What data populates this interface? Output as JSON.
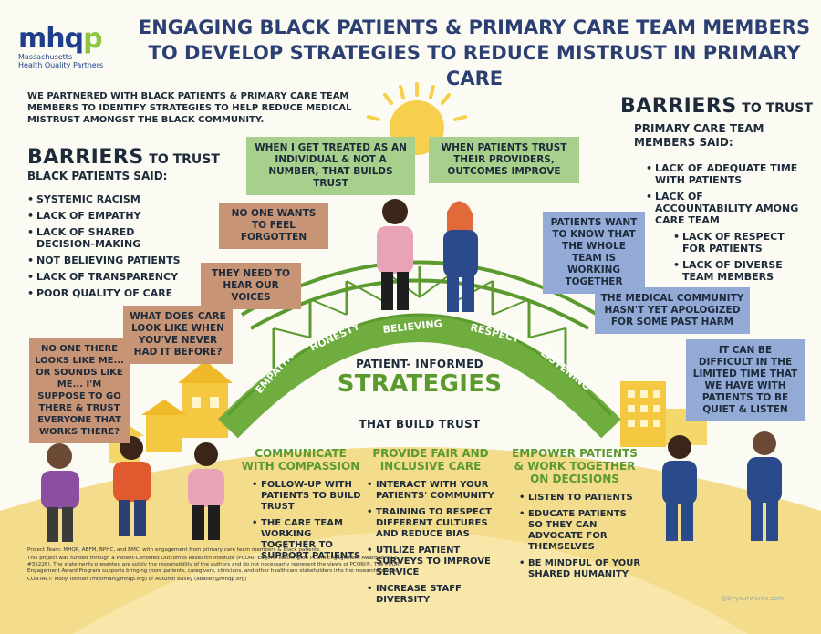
{
  "title_line1": "ENGAGING BLACK PATIENTS & PRIMARY CARE TEAM MEMBERS",
  "title_line2": "TO DEVELOP STRATEGIES TO REDUCE MISTRUST IN PRIMARY CARE",
  "logo": {
    "mark": "mhqp",
    "line1": "Massachusetts",
    "line2": "Health Quality Partners"
  },
  "intro": "WE PARTNERED WITH BLACK PATIENTS & PRIMARY CARE TEAM MEMBERS TO IDENTIFY STRATEGIES TO HELP REDUCE MEDICAL MISTRUST AMONGST THE BLACK COMMUNITY.",
  "patients": {
    "heading_big": "BARRIERS",
    "heading_small": "TO TRUST",
    "subheading": "BLACK PATIENTS SAID:",
    "items": [
      "SYSTEMIC RACISM",
      "LACK OF EMPATHY",
      "LACK OF SHARED DECISION-MAKING",
      "NOT BELIEVING PATIENTS",
      "LACK OF TRANSPARENCY",
      "POOR QUALITY OF CARE"
    ]
  },
  "team": {
    "heading_big": "BARRIERS",
    "heading_small": "TO TRUST",
    "subheading": "PRIMARY CARE TEAM MEMBERS SAID:",
    "items": [
      "LACK OF ADEQUATE TIME WITH PATIENTS",
      "LACK OF ACCOUNTABILITY AMONG CARE TEAM",
      "LACK OF RESPECT FOR PATIENTS",
      "LACK OF DIVERSE TEAM MEMBERS"
    ]
  },
  "quotes": {
    "green1": "WHEN I GET TREATED AS AN INDIVIDUAL & NOT A NUMBER, THAT BUILDS TRUST",
    "green2": "WHEN PATIENTS TRUST THEIR PROVIDERS, OUTCOMES IMPROVE",
    "brown1": "NO ONE WANTS TO FEEL FORGOTTEN",
    "brown2": "THEY NEED TO HEAR OUR VOICES",
    "brown3": "WHAT DOES CARE LOOK LIKE WHEN YOU'VE NEVER HAD IT BEFORE?",
    "brown4": "NO ONE THERE LOOKS LIKE ME... OR SOUNDS LIKE ME... I'M SUPPOSE TO GO THERE & TRUST EVERYONE THAT WORKS THERE?",
    "blue1": "PATIENTS WANT TO KNOW THAT THE WHOLE TEAM IS WORKING TOGETHER",
    "blue2": "THE MEDICAL COMMUNITY HASN'T YET APOLOGIZED FOR SOME PAST HARM",
    "blue3": "IT CAN BE DIFFICULT IN THE LIMITED TIME THAT WE HAVE WITH PATIENTS TO BE QUIET & LISTEN"
  },
  "bridge_words": [
    "EMPATHY",
    "HONESTY",
    "BELIEVING",
    "RESPECT",
    "LISTENING"
  ],
  "strategies": {
    "top": "PATIENT- INFORMED",
    "main": "STRATEGIES",
    "bottom": "THAT BUILD TRUST"
  },
  "columns": [
    {
      "heading": "COMMUNICATE WITH COMPASSION",
      "items": [
        "FOLLOW-UP WITH PATIENTS TO BUILD TRUST",
        "THE CARE TEAM WORKING TOGETHER TO SUPPORT PATIENTS"
      ]
    },
    {
      "heading": "PROVIDE FAIR AND INCLUSIVE CARE",
      "items": [
        "INTERACT WITH YOUR PATIENTS' COMMUNITY",
        "TRAINING TO RESPECT DIFFERENT CULTURES AND REDUCE BIAS",
        "UTILIZE PATIENT SURVEYS TO IMPROVE SERVICE",
        "INCREASE STAFF DIVERSITY"
      ]
    },
    {
      "heading": "EMPOWER PATIENTS & WORK TOGETHER ON DECISIONS",
      "items": [
        "LISTEN TO PATIENTS",
        "EDUCATE PATIENTS SO THEY CAN ADVOCATE FOR THEMSELVES",
        "BE MINDFUL OF YOUR SHARED HUMANITY"
      ]
    }
  ],
  "footer": {
    "team": "Project Team: MHQP, ABFM, BPHC, and BMC, with engagement from primary care team members & Black patients.",
    "funding": "This project was funded through a Patient-Centered Outcomes Research Institute (PCORI) Eugene Washington PCORI Engagement Award (EASCS #35226). The statements presented are solely the responsibility of the authors and do not necessarily represent the views of PCORI®. The PCORI Engagement Award Program supports bringing more patients, caregivers, clinicians, and other healthcare stakeholders into the research process.",
    "contact": "CONTACT: Molly Totman (mtotman@mhqp.org) or Autumn Bailey (abailey@mhqp.org)"
  },
  "credit": "@byyourwords.com",
  "colors": {
    "green": "#5a9a2e",
    "navy": "#2b3f73",
    "sun": "#f6d04d",
    "hill": "#f3dc8c"
  }
}
